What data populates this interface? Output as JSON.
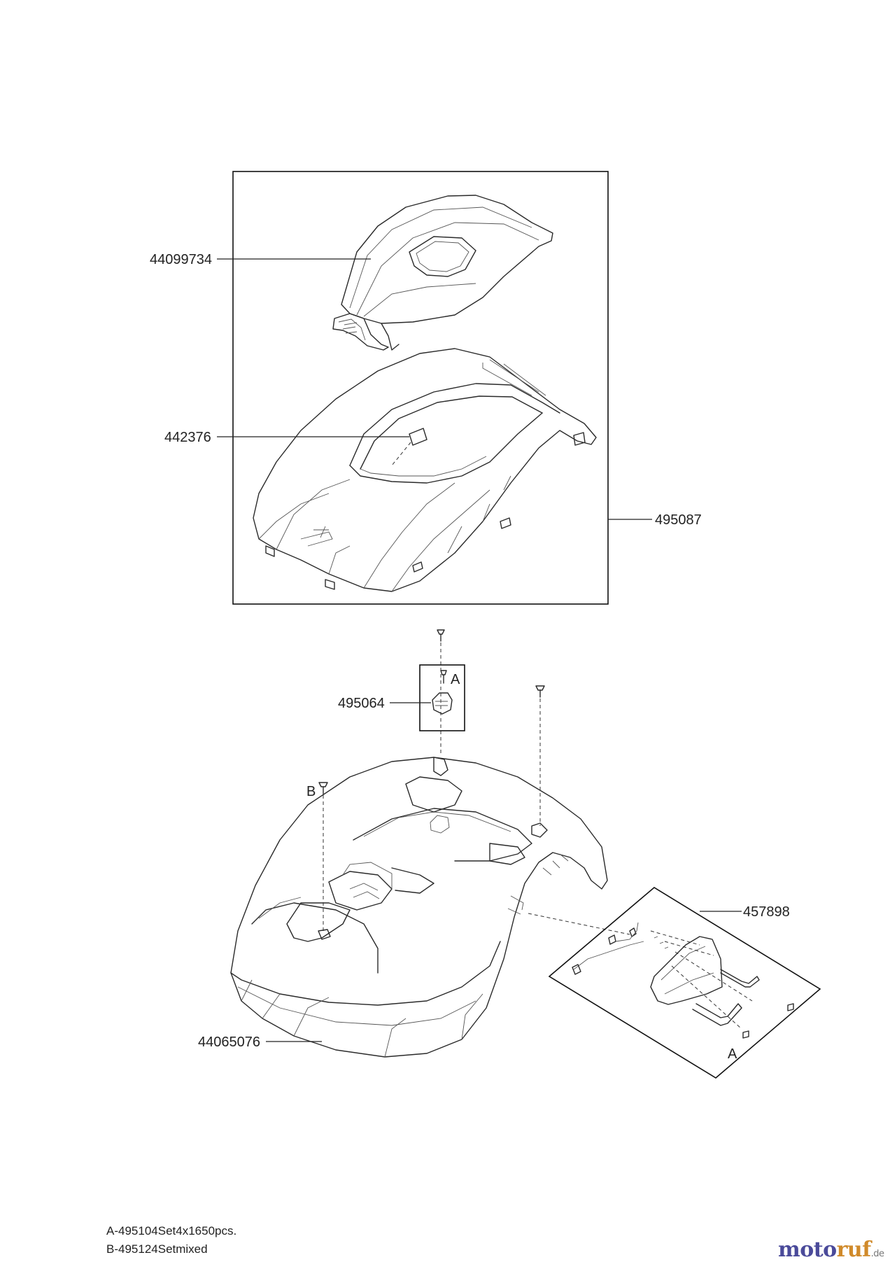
{
  "callouts": {
    "top_cover": "44099734",
    "sticker": "442376",
    "upper_body": "495087",
    "knob": "495064",
    "base_body": "44065076",
    "handle_kit": "457898"
  },
  "markers": {
    "screw_a_top": "A",
    "screw_b": "B",
    "screw_a_kit": "A"
  },
  "footnotes": {
    "a": "A-495104Set4x1650pcs.",
    "b": "B-495124Setmixed"
  },
  "logo": {
    "part1": "moto",
    "part2": "ruf",
    "tld": ".de"
  },
  "colors": {
    "line": "#2a2a2a",
    "logo_blue": "#4a4a9a",
    "logo_orange": "#d08a2a"
  }
}
